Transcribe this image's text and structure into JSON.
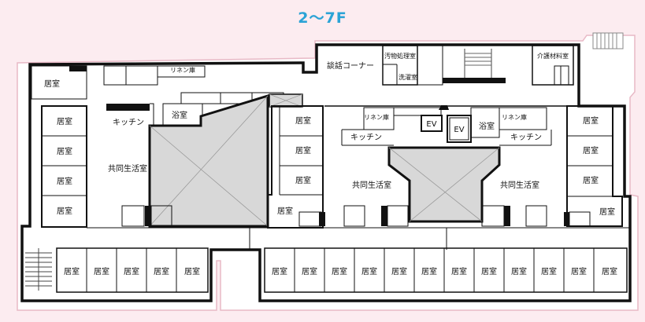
{
  "floor_label": "2〜7F",
  "labels": {
    "living_room": "居室",
    "kitchen": "キッチン",
    "bath": "浴室",
    "common_living": "共同生活室",
    "linen": "リネン庫",
    "lounge": "談話コーナー",
    "dirty_room": "汚物処理室",
    "laundry": "洗濯室",
    "care_supplies": "介護材料室",
    "elevator": "EV"
  },
  "colors": {
    "title": "#2ba3d6",
    "background": "#fcecf0",
    "wall": "#111111",
    "void": "#d8d8d8"
  }
}
